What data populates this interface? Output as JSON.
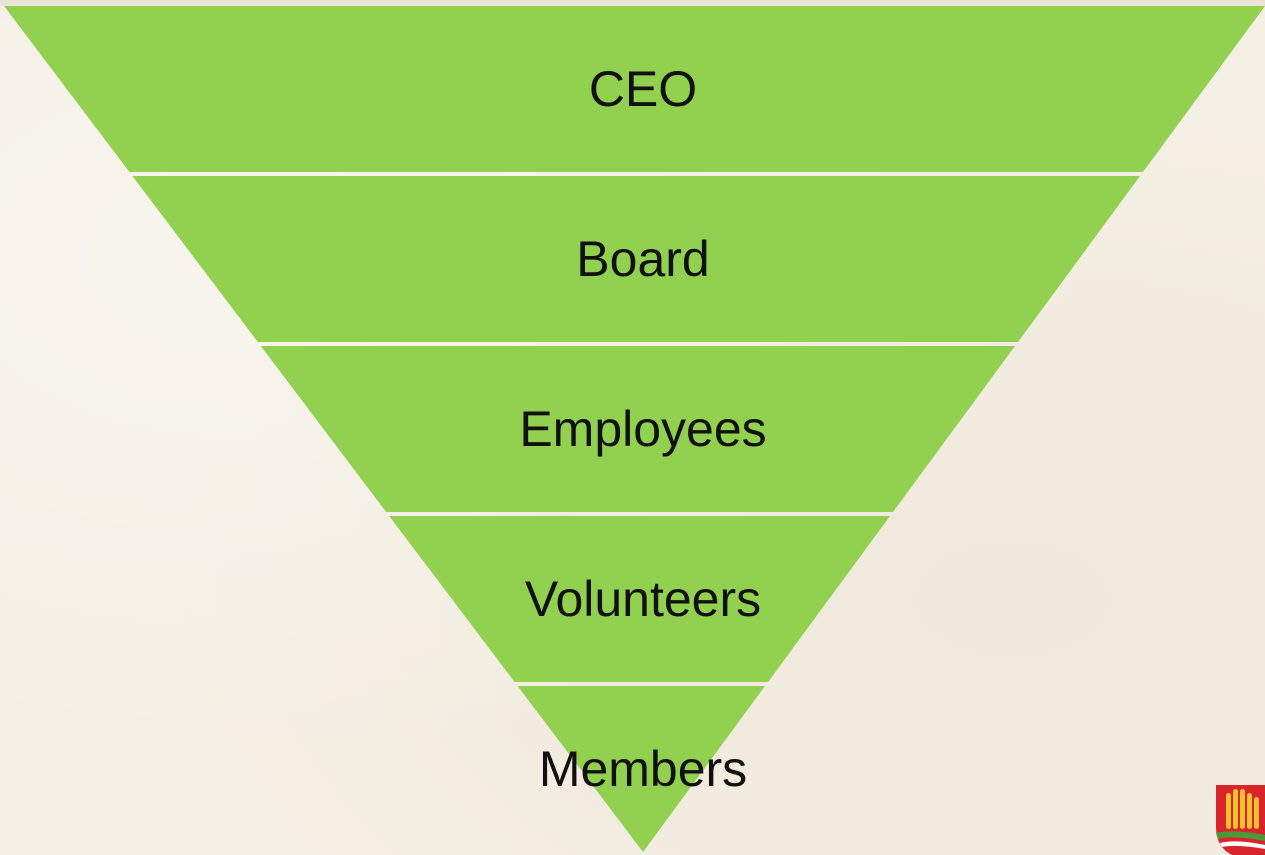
{
  "diagram": {
    "type": "inverted-pyramid",
    "levels": [
      {
        "label": "CEO"
      },
      {
        "label": "Board"
      },
      {
        "label": "Employees"
      },
      {
        "label": "Volunteers"
      },
      {
        "label": "Members"
      }
    ]
  },
  "colors": {
    "level_fill": "#92d050",
    "separator": "#ffffff",
    "background": "#f4efe4",
    "text": "#111111",
    "logo_red": "#d9242b",
    "logo_yellow": "#f2c12e",
    "logo_green": "#4a9a3a"
  },
  "icons": {
    "logo": "wheat-shield-logo-icon"
  }
}
